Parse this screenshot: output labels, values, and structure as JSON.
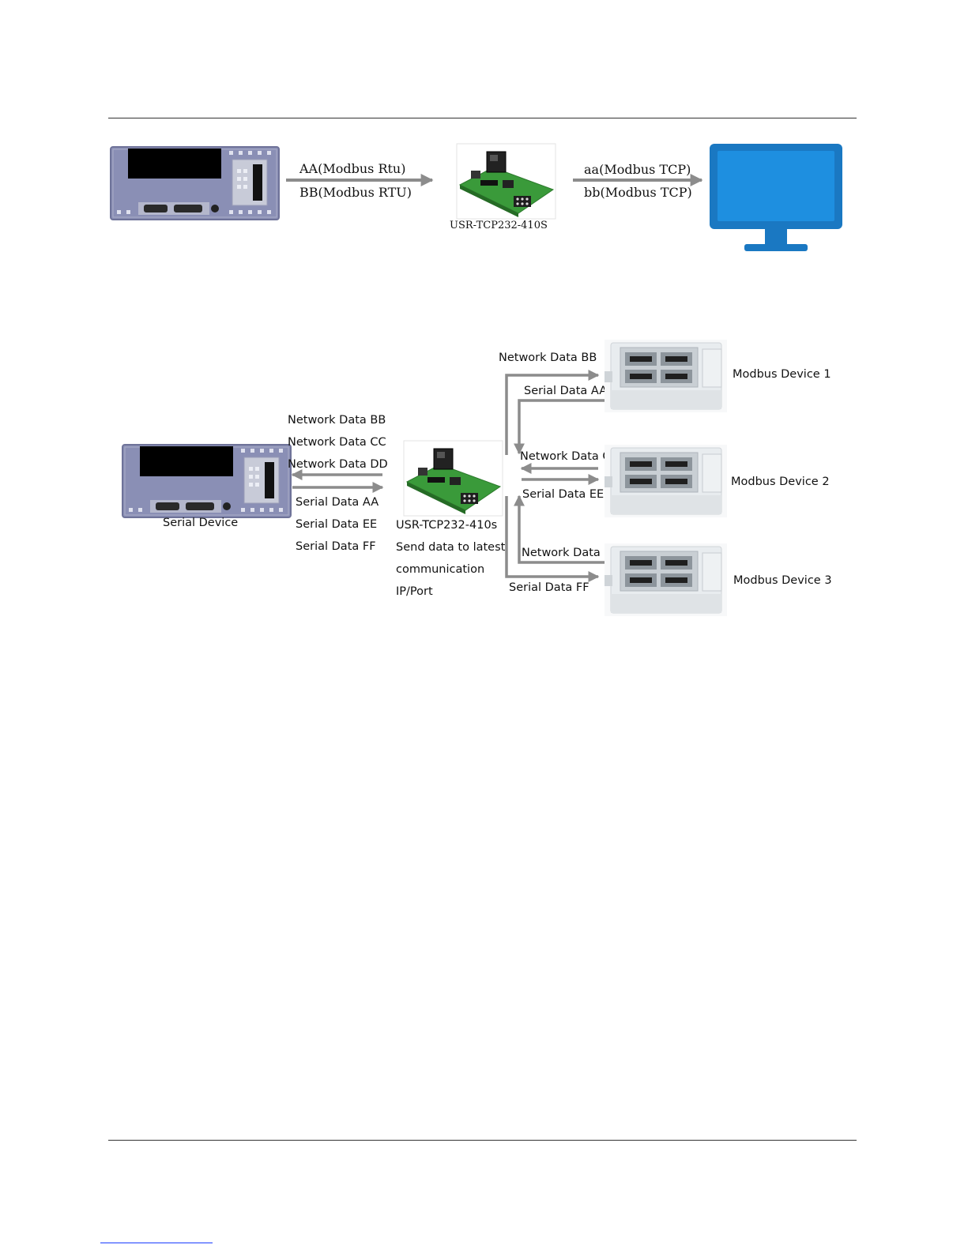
{
  "diagram1": {
    "arrow1_line1": "AA(Modbus Rtu)",
    "arrow1_line2": "BB(Modbus RTU)",
    "module_label": "USR-TCP232-410S",
    "arrow2_line1": "aa(Modbus TCP)",
    "arrow2_line2": "bb(Modbus TCP)"
  },
  "diagram2": {
    "left_network": [
      "Network Data BB",
      "Network Data CC",
      "Network Data DD"
    ],
    "left_serial": [
      "Serial Data AA",
      "Serial Data EE",
      "Serial Data FF"
    ],
    "serial_device_label": "Serial Device",
    "module_label": "USR-TCP232-410s",
    "module_note": [
      "Send data to latest",
      "communication",
      "IP/Port"
    ],
    "dev1": {
      "network": "Network Data BB",
      "serial": "Serial Data AA",
      "name": "Modbus Device 1"
    },
    "dev2": {
      "network": "Network Data CC",
      "serial": "Serial Data EE",
      "name": "Modbus Device 2"
    },
    "dev3": {
      "network": "Network Data DD",
      "serial": "Serial Data FF",
      "name": "Modbus Device 3"
    }
  },
  "colors": {
    "arrow": "#8c8c8c",
    "device_panel": "#8a8fb5",
    "pcb": "#3a9a3a",
    "monitor": "#1a78c2",
    "modbus_device": "#e8ecef"
  }
}
